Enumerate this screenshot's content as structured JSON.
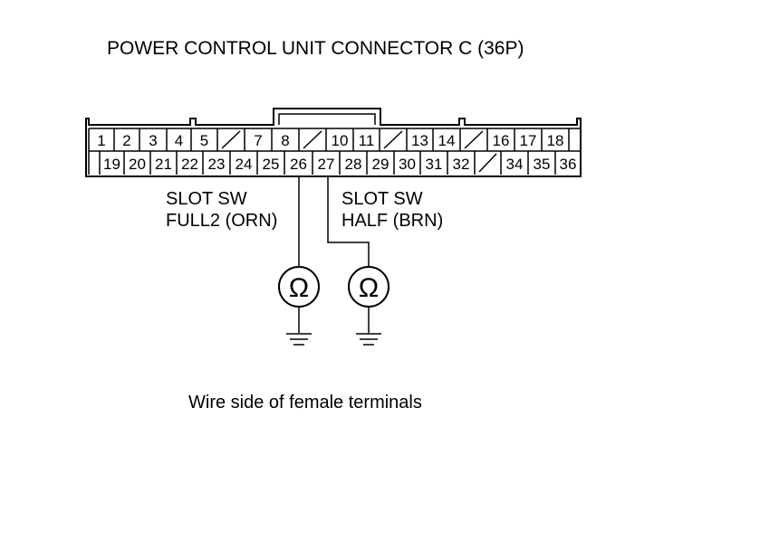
{
  "title": "POWER CONTROL UNIT CONNECTOR C (36P)",
  "caption": "Wire side of female terminals",
  "connector": {
    "top_row": [
      "1",
      "2",
      "3",
      "4",
      "5",
      "",
      "7",
      "8",
      "",
      "10",
      "11",
      "",
      "13",
      "14",
      "",
      "16",
      "17",
      "18"
    ],
    "bottom_row": [
      "",
      "19",
      "20",
      "21",
      "22",
      "23",
      "24",
      "25",
      "26",
      "27",
      "28",
      "29",
      "30",
      "31",
      "32",
      "",
      "34",
      "35",
      "36"
    ]
  },
  "probes": [
    {
      "pin": "26",
      "label_line1": "SLOT SW",
      "label_line2": "FULL2 (ORN)",
      "meter_symbol": "Ω",
      "ground": "ground-icon"
    },
    {
      "pin": "27",
      "label_line1": "SLOT SW",
      "label_line2": "HALF (BRN)",
      "meter_symbol": "Ω",
      "ground": "ground-icon"
    }
  ]
}
